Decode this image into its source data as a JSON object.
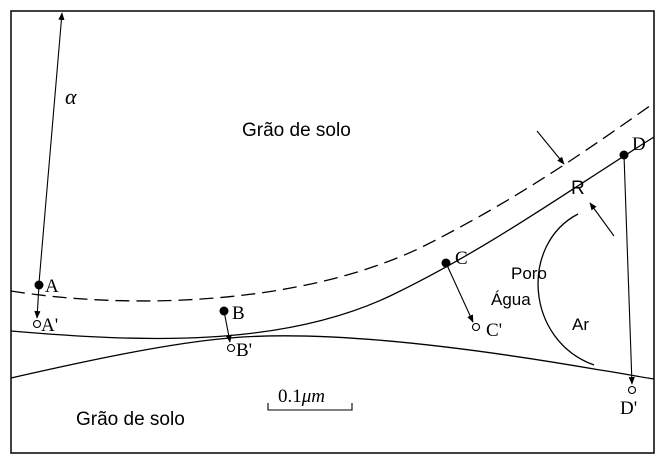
{
  "labels": {
    "alpha": "α",
    "grain_top": "Grão de solo",
    "grain_bottom": "Grão de solo",
    "R": "R",
    "poro": "Poro",
    "agua": "Água",
    "ar": "Ar",
    "point_A": "A",
    "point_A_prime": "A'",
    "point_B": "B",
    "point_B_prime": "B'",
    "point_C": "C",
    "point_C_prime": "C'",
    "point_D": "D",
    "point_D_prime": "D'",
    "scale_number": "0.1",
    "scale_unit": "μm"
  }
}
